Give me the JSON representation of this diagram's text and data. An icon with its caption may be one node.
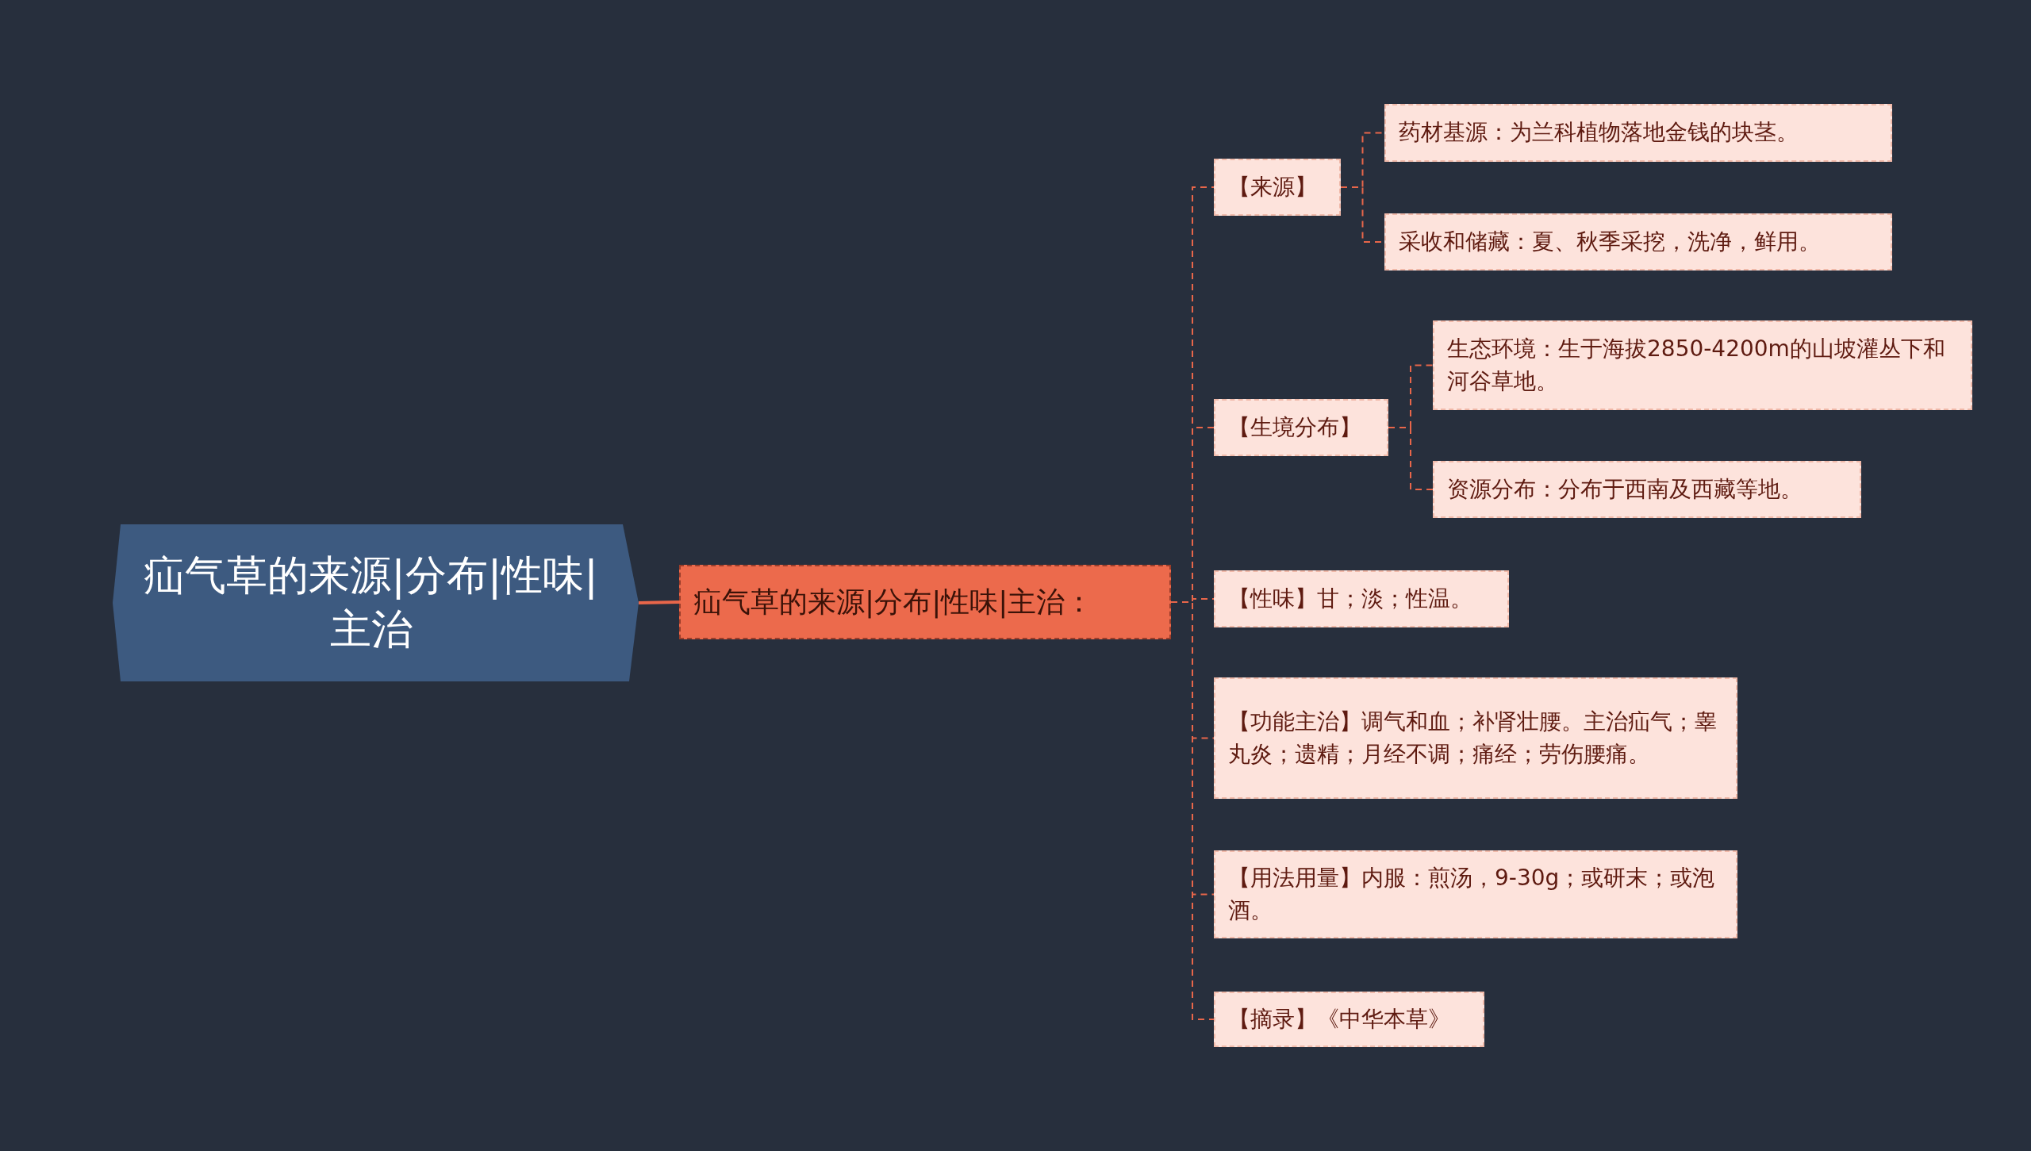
{
  "diagram": {
    "nodes": [
      {
        "text": [
          "疝气草的来源|分布|性味|主治"
        ]
      },
      {
        "text": [
          "疝气草的来源|分布|性味|主治："
        ]
      },
      {
        "text": [
          "【来源】"
        ]
      },
      {
        "text": [
          "药材基源：为兰科植物落地金钱的块茎。"
        ]
      },
      {
        "text": [
          "采收和储藏：夏、秋季采挖，洗净，鲜用。"
        ]
      },
      {
        "text": [
          "【生境分布】"
        ]
      },
      {
        "text": [
          "生态环境：生于海拔2850-4200m的山坡灌丛下和河谷草地。"
        ]
      },
      {
        "text": [
          "资源分布：分布于西南及西藏等地。"
        ]
      },
      {
        "text": [
          "【性味】甘；淡；性温。"
        ]
      },
      {
        "text": [
          "【功能主治】调气和血；补肾壮腰。主治疝气；睾丸炎；遗精；月经不调；痛经；劳伤腰痛。"
        ]
      },
      {
        "text": [
          "【用法用量】内服：煎汤，9-30g；或研末；或泡酒。"
        ]
      },
      {
        "text": [
          "【摘录】《中华本草》"
        ]
      }
    ],
    "edges": [
      {
        "from": 0,
        "to": 1,
        "arrow": "none"
      },
      {
        "from": 1,
        "to": 2,
        "arrow": "none",
        "style": "dashed"
      },
      {
        "from": 1,
        "to": 5,
        "arrow": "none",
        "style": "dashed"
      },
      {
        "from": 1,
        "to": 8,
        "arrow": "none",
        "style": "dashed"
      },
      {
        "from": 1,
        "to": 9,
        "arrow": "none",
        "style": "dashed"
      },
      {
        "from": 1,
        "to": 10,
        "arrow": "none",
        "style": "dashed"
      },
      {
        "from": 1,
        "to": 11,
        "arrow": "none",
        "style": "dashed"
      },
      {
        "from": 2,
        "to": 3,
        "arrow": "none",
        "style": "dashed"
      },
      {
        "from": 2,
        "to": 4,
        "arrow": "none",
        "style": "dashed"
      },
      {
        "from": 5,
        "to": 6,
        "arrow": "none",
        "style": "dashed"
      },
      {
        "from": 5,
        "to": 7,
        "arrow": "none",
        "style": "dashed"
      }
    ]
  }
}
